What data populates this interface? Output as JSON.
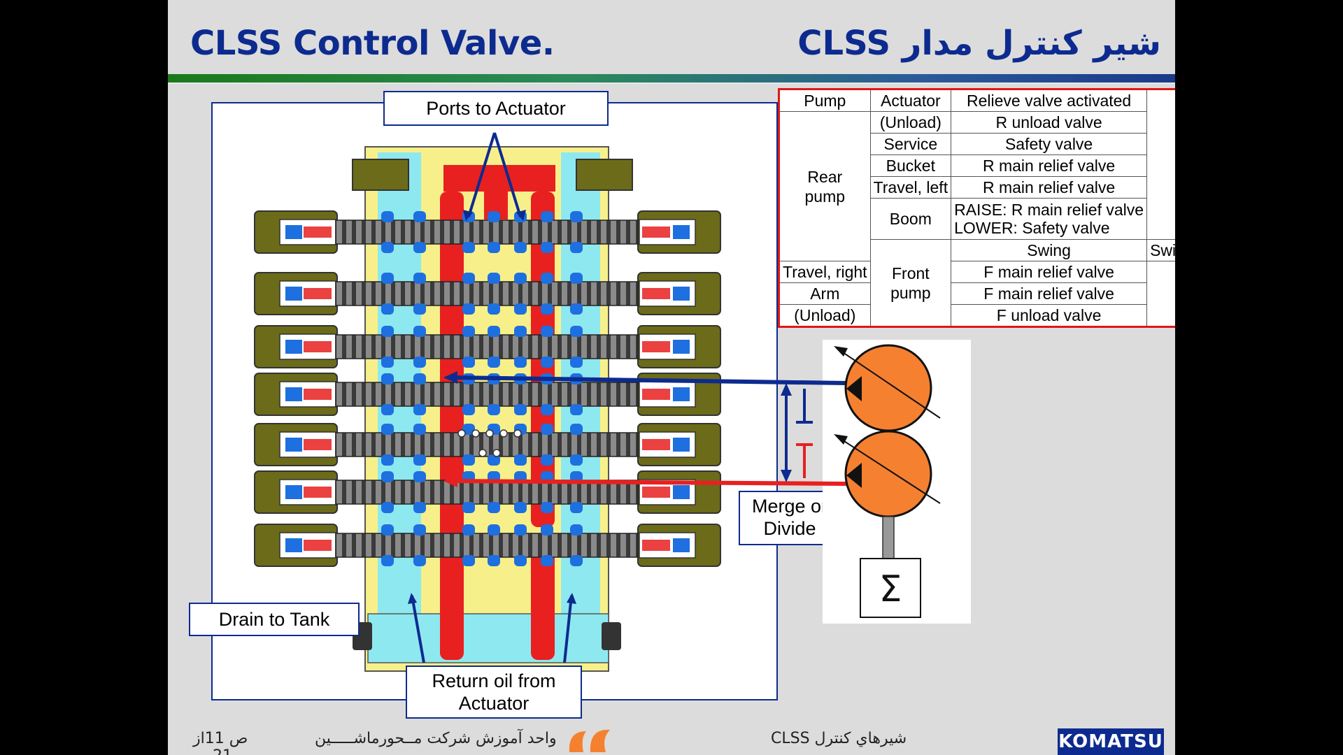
{
  "title": {
    "left": "CLSS Control Valve.",
    "right": "شیر کنترل مدار CLSS"
  },
  "callouts": {
    "ports_to_actuator": "Ports to Actuator",
    "drain_to_tank": "Drain to Tank",
    "return_oil_line1": "Return oil from",
    "return_oil_line2": "Actuator",
    "merge_line1": "Merge or",
    "merge_line2": "Divide"
  },
  "table": {
    "headers": [
      "Pump",
      "Actuator",
      "Relieve valve activated"
    ],
    "unload_rear": {
      "actuator": "(Unload)",
      "valve": "R unload valve"
    },
    "rear_group": {
      "label_line1": "Rear",
      "label_line2": "pump"
    },
    "rear_rows": [
      {
        "actuator": "Service",
        "valve": "Safety valve"
      },
      {
        "actuator": "Bucket",
        "valve": "R main relief valve"
      },
      {
        "actuator": "Travel, left",
        "valve": "R main relief valve"
      }
    ],
    "boom": {
      "actuator": "Boom",
      "valve_line1": "RAISE: R main relief valve",
      "valve_line2": "LOWER: Safety valve"
    },
    "front_group": {
      "label_line1": "Front",
      "label_line2": "pump"
    },
    "front_rows": [
      {
        "actuator": "Swing",
        "valve": "Swing motor safety valve"
      },
      {
        "actuator": "Travel, right",
        "valve": "F main relief valve"
      },
      {
        "actuator": "Arm",
        "valve": "F main relief valve"
      },
      {
        "actuator": "(Unload)",
        "valve": "F unload valve"
      }
    ]
  },
  "footer": {
    "page": "ص 11از",
    "page_line2": "21",
    "company": "واحد آموزش شرکت مــحورماشـــــین",
    "topic": "شیرهاي کنترل  CLSS",
    "logo": "KOMATSU"
  },
  "colors": {
    "title": "#0d2b8f",
    "body_yellow": "#f7f08a",
    "passage_cyan": "#8ee8f0",
    "pressure_red": "#e82020",
    "spool_blue": "#1e6fe0",
    "end_cap_olive": "#6b6b1a",
    "pump_orange": "#f58030"
  }
}
